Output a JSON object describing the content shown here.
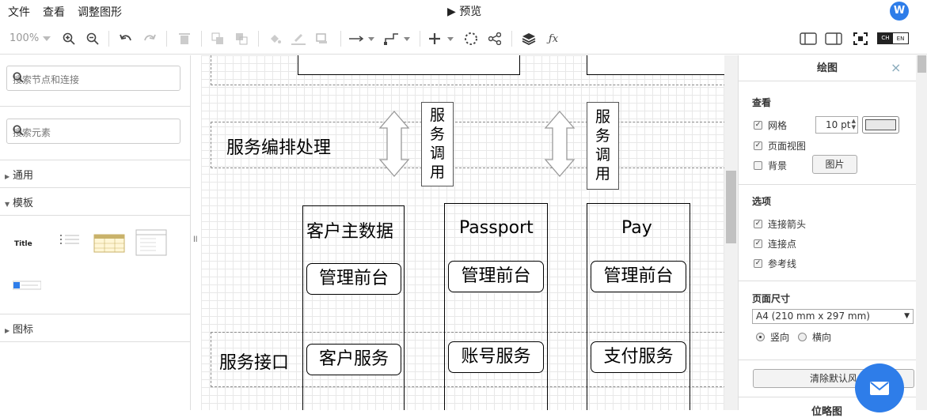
{
  "menubar": {
    "items": [
      "文件",
      "查看",
      "调整图形"
    ],
    "preview": "▶ 预览",
    "avatar": "W"
  },
  "toolbar": {
    "zoom": "100%",
    "lang_ch": "CH",
    "lang_en": "EN"
  },
  "left_panel": {
    "search_nodes_placeholder": "搜索节点和连接",
    "search_elements_placeholder": "搜索元素",
    "sections": [
      "通用",
      "模板",
      "图标"
    ],
    "template_title": "Title"
  },
  "right_panel": {
    "title": "绘图",
    "view_heading": "查看",
    "grid_label": "网格",
    "grid_size": "10 pt",
    "page_view_label": "页面视图",
    "background_label": "背景",
    "image_button": "图片",
    "options_heading": "选项",
    "connection_arrows": "连接箭头",
    "connection_points": "连接点",
    "guides": "参考线",
    "page_size_heading": "页面尺寸",
    "page_size_value": "A4 (210 mm x 297 mm)",
    "portrait": "竖向",
    "landscape": "横向",
    "clear_default_style": "清除默认风",
    "next_heading": "位略图"
  },
  "diagram": {
    "lane_orchestration": "服务编排处理",
    "lane_api": "服务接口",
    "service_call_1": [
      "服",
      "务",
      "调",
      "用"
    ],
    "service_call_2": [
      "服",
      "务",
      "调",
      "用"
    ],
    "col1_title": "客户主数据",
    "col2_title": "Passport",
    "col3_title": "Pay",
    "admin_label": "管理前台",
    "col1_service": "客户服务",
    "col2_service": "账号服务",
    "col3_service": "支付服务"
  },
  "colors": {
    "accent": "#2e7de9",
    "grid": "#e8e8e8"
  }
}
